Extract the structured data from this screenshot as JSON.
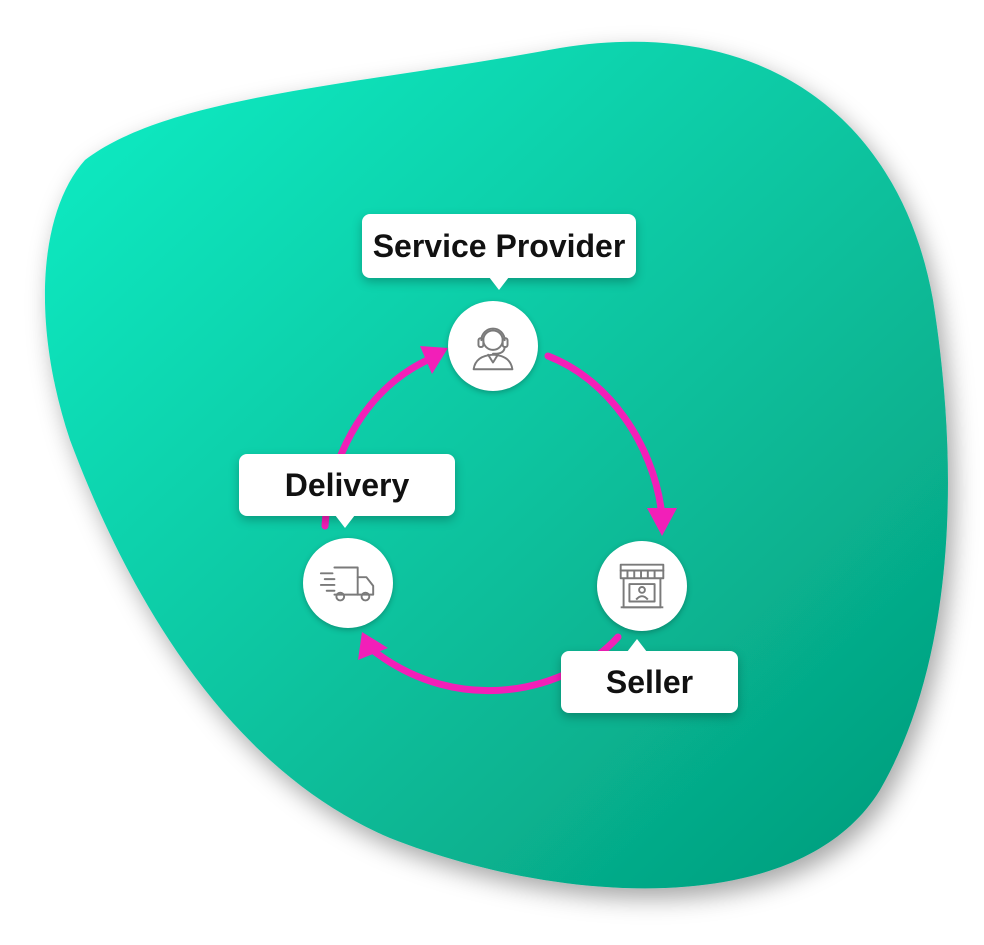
{
  "colors": {
    "blob_start": "#12efc6",
    "blob_end": "#039a7a",
    "arrow": "#f21fb8",
    "label_bg": "#ffffff",
    "label_text": "#111111",
    "icon_stroke": "#7a7a7a"
  },
  "nodes": {
    "service_provider": {
      "label": "Service Provider",
      "icon": "headset-agent-icon"
    },
    "seller": {
      "label": "Seller",
      "icon": "storefront-icon"
    },
    "delivery": {
      "label": "Delivery",
      "icon": "delivery-truck-icon"
    }
  },
  "flow": [
    "service_provider",
    "seller",
    "delivery",
    "service_provider"
  ]
}
